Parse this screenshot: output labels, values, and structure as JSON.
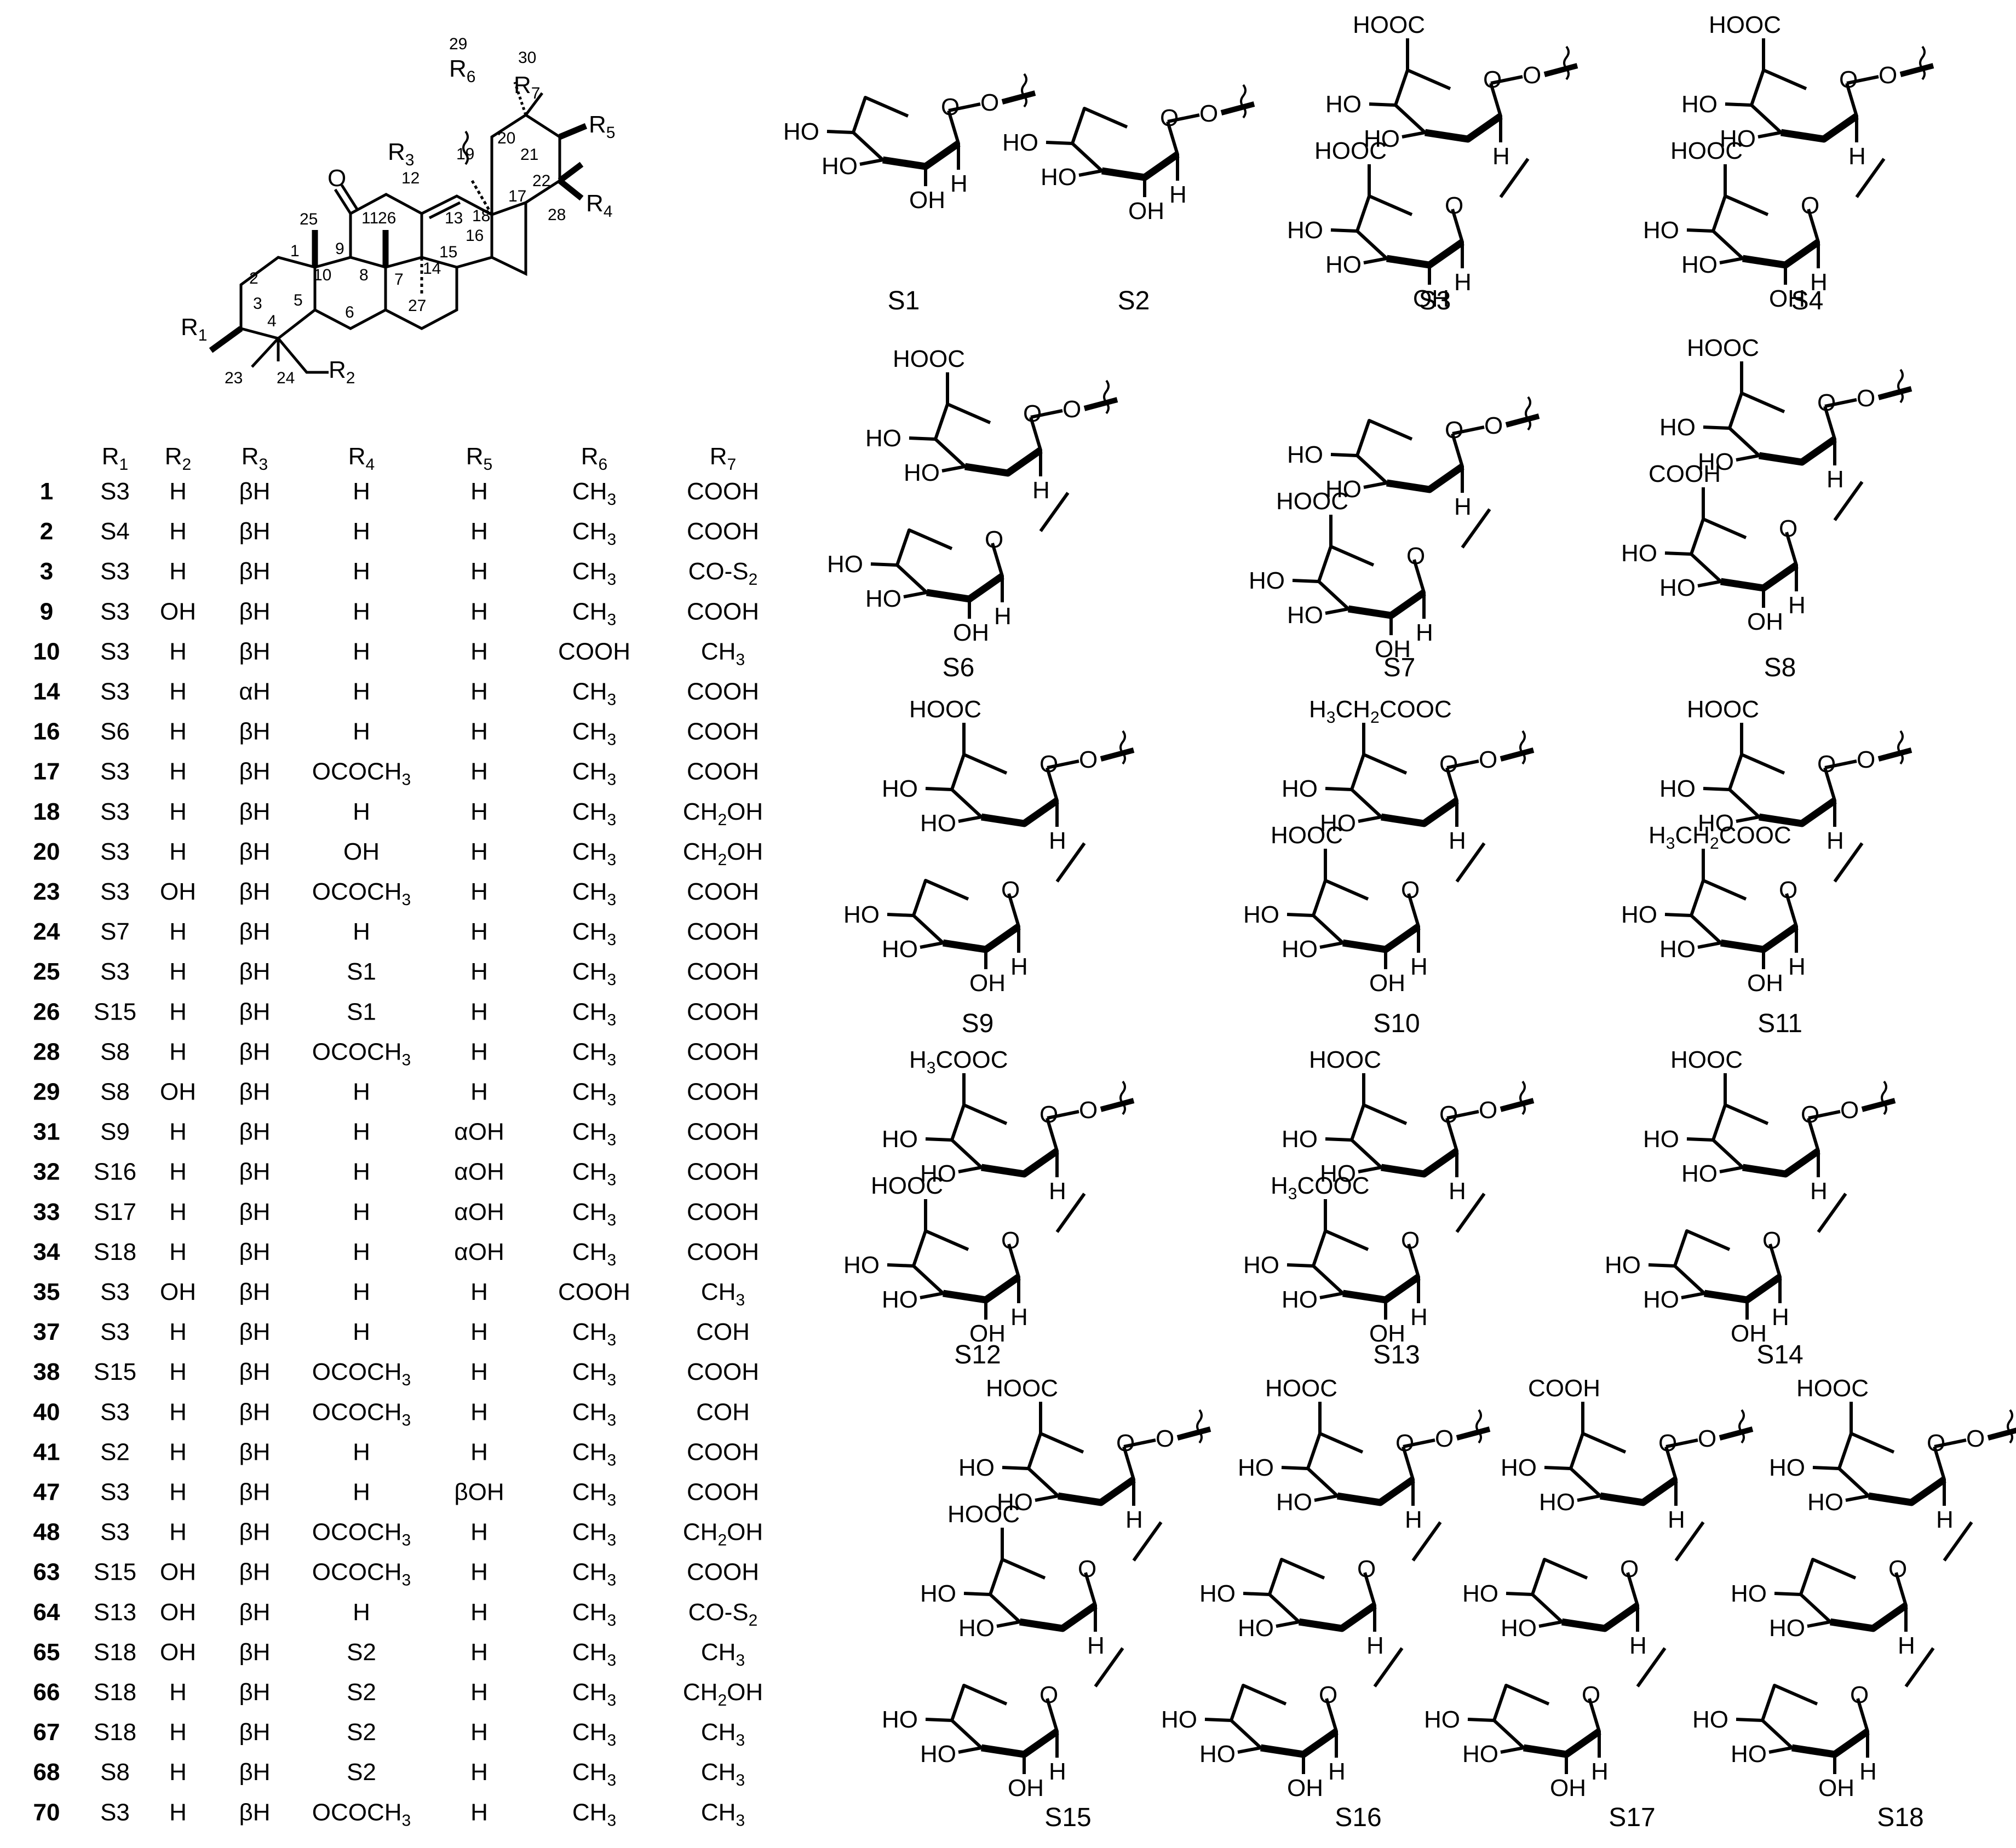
{
  "scaffold": {
    "numbers": [
      "1",
      "2",
      "3",
      "4",
      "5",
      "6",
      "7",
      "8",
      "9",
      "10",
      "11",
      "12",
      "13",
      "14",
      "15",
      "16",
      "17",
      "18",
      "19",
      "20",
      "21",
      "22",
      "23",
      "24",
      "25",
      "26",
      "27",
      "28",
      "29",
      "30"
    ],
    "groups": [
      "R1",
      "R2",
      "R3",
      "R4",
      "R5",
      "R6",
      "R7"
    ],
    "atom_O": "O"
  },
  "table": {
    "headers": [
      "R1",
      "R2",
      "R3",
      "R4",
      "R5",
      "R6",
      "R7"
    ],
    "rows": [
      [
        "1",
        "S3",
        "H",
        "βH",
        "H",
        "H",
        "CH3",
        "COOH"
      ],
      [
        "2",
        "S4",
        "H",
        "βH",
        "H",
        "H",
        "CH3",
        "COOH"
      ],
      [
        "3",
        "S3",
        "H",
        "βH",
        "H",
        "H",
        "CH3",
        "CO-S2"
      ],
      [
        "9",
        "S3",
        "OH",
        "βH",
        "H",
        "H",
        "CH3",
        "COOH"
      ],
      [
        "10",
        "S3",
        "H",
        "βH",
        "H",
        "H",
        "COOH",
        "CH3"
      ],
      [
        "14",
        "S3",
        "H",
        "αH",
        "H",
        "H",
        "CH3",
        "COOH"
      ],
      [
        "16",
        "S6",
        "H",
        "βH",
        "H",
        "H",
        "CH3",
        "COOH"
      ],
      [
        "17",
        "S3",
        "H",
        "βH",
        "OCOCH3",
        "H",
        "CH3",
        "COOH"
      ],
      [
        "18",
        "S3",
        "H",
        "βH",
        "H",
        "H",
        "CH3",
        "CH2OH"
      ],
      [
        "20",
        "S3",
        "H",
        "βH",
        "OH",
        "H",
        "CH3",
        "CH2OH"
      ],
      [
        "23",
        "S3",
        "OH",
        "βH",
        "OCOCH3",
        "H",
        "CH3",
        "COOH"
      ],
      [
        "24",
        "S7",
        "H",
        "βH",
        "H",
        "H",
        "CH3",
        "COOH"
      ],
      [
        "25",
        "S3",
        "H",
        "βH",
        "S1",
        "H",
        "CH3",
        "COOH"
      ],
      [
        "26",
        "S15",
        "H",
        "βH",
        "S1",
        "H",
        "CH3",
        "COOH"
      ],
      [
        "28",
        "S8",
        "H",
        "βH",
        "OCOCH3",
        "H",
        "CH3",
        "COOH"
      ],
      [
        "29",
        "S8",
        "OH",
        "βH",
        "H",
        "H",
        "CH3",
        "COOH"
      ],
      [
        "31",
        "S9",
        "H",
        "βH",
        "H",
        "αOH",
        "CH3",
        "COOH"
      ],
      [
        "32",
        "S16",
        "H",
        "βH",
        "H",
        "αOH",
        "CH3",
        "COOH"
      ],
      [
        "33",
        "S17",
        "H",
        "βH",
        "H",
        "αOH",
        "CH3",
        "COOH"
      ],
      [
        "34",
        "S18",
        "H",
        "βH",
        "H",
        "αOH",
        "CH3",
        "COOH"
      ],
      [
        "35",
        "S3",
        "OH",
        "βH",
        "H",
        "H",
        "COOH",
        "CH3"
      ],
      [
        "37",
        "S3",
        "H",
        "βH",
        "H",
        "H",
        "CH3",
        "COH"
      ],
      [
        "38",
        "S15",
        "H",
        "βH",
        "OCOCH3",
        "H",
        "CH3",
        "COOH"
      ],
      [
        "40",
        "S3",
        "H",
        "βH",
        "OCOCH3",
        "H",
        "CH3",
        "COH"
      ],
      [
        "41",
        "S2",
        "H",
        "βH",
        "H",
        "H",
        "CH3",
        "COOH"
      ],
      [
        "47",
        "S3",
        "H",
        "βH",
        "H",
        "βOH",
        "CH3",
        "COOH"
      ],
      [
        "48",
        "S3",
        "H",
        "βH",
        "OCOCH3",
        "H",
        "CH3",
        "CH2OH"
      ],
      [
        "63",
        "S15",
        "OH",
        "βH",
        "OCOCH3",
        "H",
        "CH3",
        "COOH"
      ],
      [
        "64",
        "S13",
        "OH",
        "βH",
        "H",
        "H",
        "CH3",
        "CO-S2"
      ],
      [
        "65",
        "S18",
        "OH",
        "βH",
        "S2",
        "H",
        "CH3",
        "CH3"
      ],
      [
        "66",
        "S18",
        "H",
        "βH",
        "S2",
        "H",
        "CH3",
        "CH2OH"
      ],
      [
        "67",
        "S18",
        "H",
        "βH",
        "S2",
        "H",
        "CH3",
        "CH3"
      ],
      [
        "68",
        "S8",
        "H",
        "βH",
        "S2",
        "H",
        "CH3",
        "CH3"
      ],
      [
        "70",
        "S3",
        "H",
        "βH",
        "OCOCH3",
        "H",
        "CH3",
        "CH3"
      ]
    ]
  },
  "sugar_labels": [
    "S1",
    "S2",
    "S3",
    "S4",
    "S6",
    "S7",
    "S8",
    "S9",
    "S10",
    "S11",
    "S12",
    "S13",
    "S14",
    "S15",
    "S16",
    "S17",
    "S18"
  ],
  "atoms": {
    "HO": "HO",
    "OH": "OH",
    "H": "H",
    "O": "O",
    "HOOC": "HOOC",
    "COOH": "COOH",
    "Et": "H3CH2COOC",
    "Me": "H3COOC"
  }
}
